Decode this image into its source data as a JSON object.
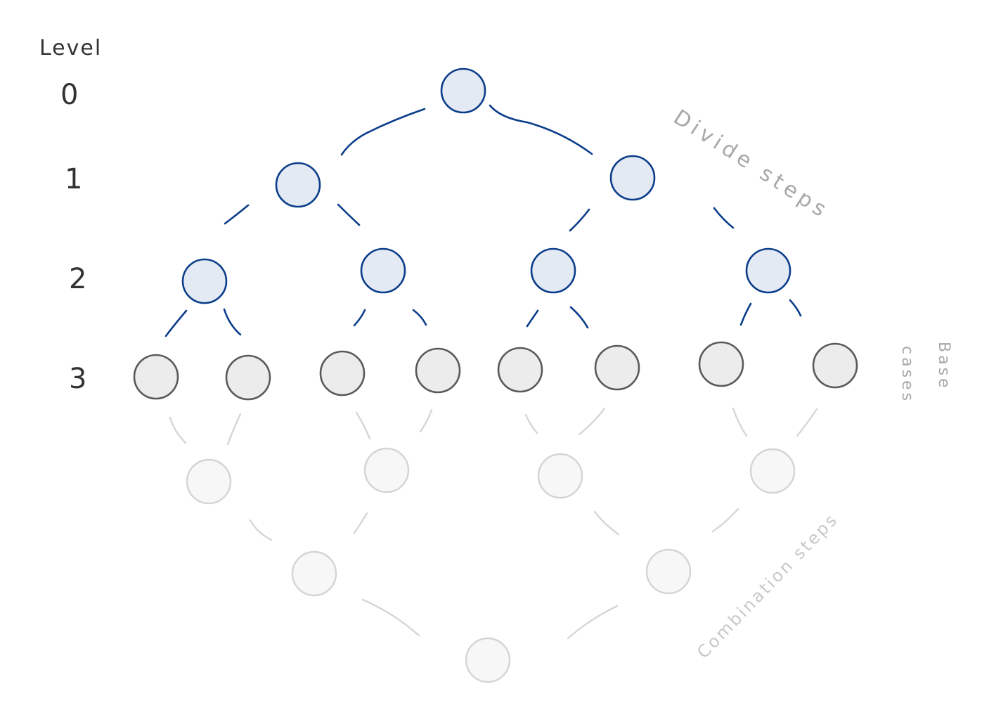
{
  "labels": {
    "level_title": "Level",
    "levels": [
      "0",
      "1",
      "2",
      "3"
    ],
    "divide_steps": "Divide steps",
    "base_cases_line1": "Base",
    "base_cases_line2": "cases",
    "combination_steps": "Combination steps"
  },
  "colors": {
    "divide_stroke": "#0b3d8a",
    "divide_fill": "#e4eaf4",
    "base_stroke": "#5a5a5a",
    "base_fill": "#ececec",
    "combine_stroke": "#d4d4d4",
    "combine_fill": "#f7f7f7",
    "annotation_text": "#a8a8a8"
  }
}
